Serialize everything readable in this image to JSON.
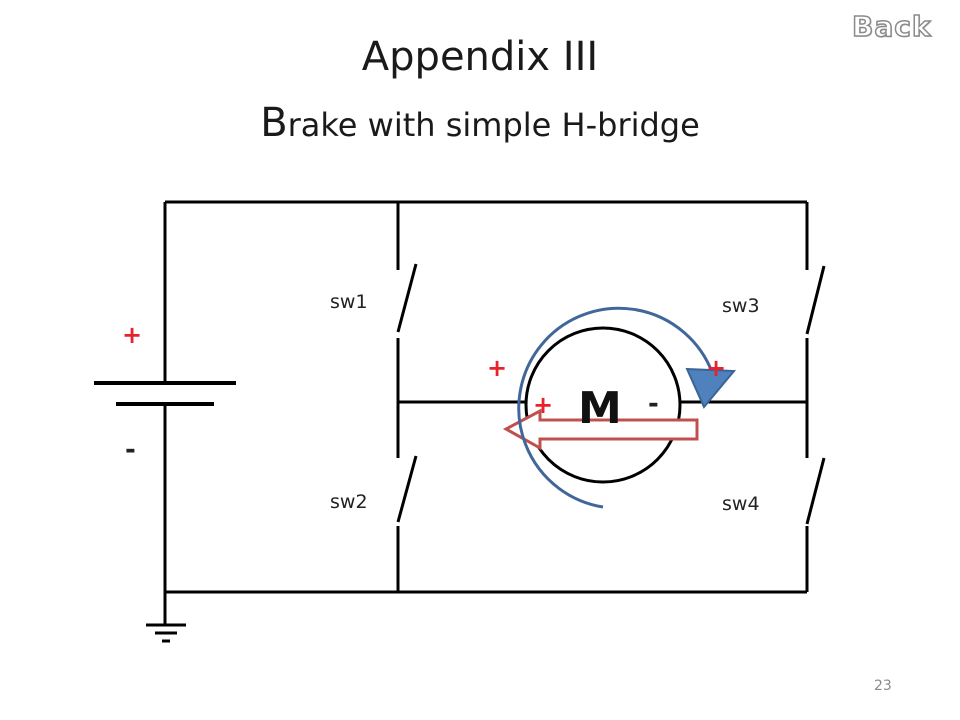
{
  "title": {
    "line1": "Appendix III",
    "line2_cap": "B",
    "line2_rest": "rake with simple H-bridge"
  },
  "back_link": "Back",
  "page_number": "23",
  "diagram": {
    "switches": [
      "sw1",
      "sw2",
      "sw3",
      "sw4"
    ],
    "motor_label": "M",
    "battery_plus": "+",
    "battery_minus": "-",
    "motor_top_left": "+",
    "motor_top_right": "+",
    "motor_inner_left": "+",
    "motor_inner_right": "-",
    "colors": {
      "wire": "#000000",
      "polarity": "#e8222a",
      "rotation_arrow": "#41679a",
      "current_arrow": "#c0504d"
    }
  }
}
